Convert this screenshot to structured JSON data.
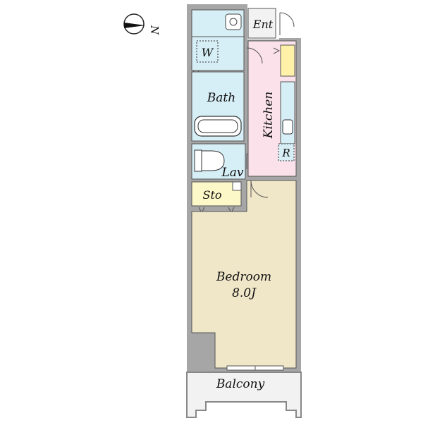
{
  "compass": {
    "north_label": "N"
  },
  "rooms": {
    "entrance": "Ent",
    "washer": "W",
    "bath": "Bath",
    "kitchen": "Kitchen",
    "refrigerator": "R",
    "lavatory": "Lav",
    "storage": "Sto",
    "bedroom": "Bedroom",
    "bedroom_size": "8.0J",
    "balcony": "Balcony"
  },
  "colors": {
    "wall": "#a6a6a6",
    "wet_area": "#d6eef5",
    "kitchen": "#fbe2ea",
    "bedroom": "#f0e6c8",
    "storage": "#fdf8c8",
    "entrance": "#f2f2f2",
    "balcony": "#f2f2f2",
    "fixture": "#fff2a8"
  }
}
